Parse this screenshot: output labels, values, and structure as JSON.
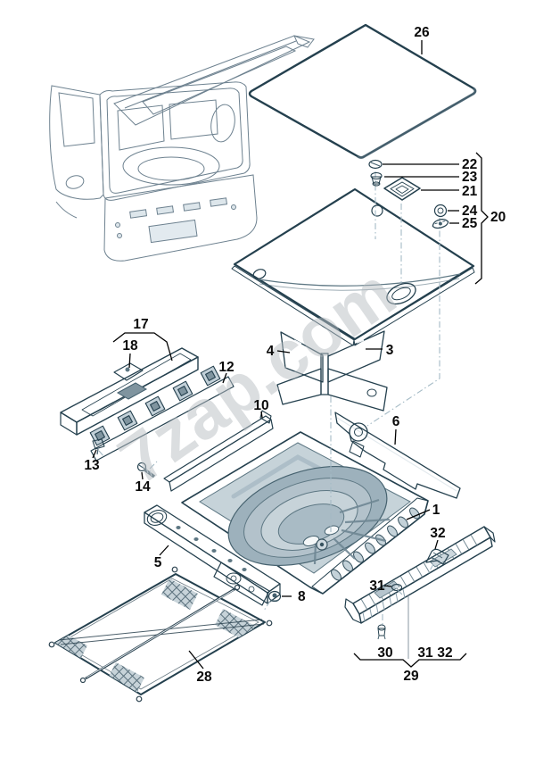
{
  "diagram": {
    "watermark": "7zap.com",
    "colors": {
      "outline": "#24404e",
      "part_light": "#d6dfe4",
      "part_mid": "#b7c6cf",
      "part_dark": "#8ba0ac",
      "guide_line": "#a4bac5",
      "watermark_color": "#b8bec3",
      "label_color": "#0a0a0a",
      "background": "#ffffff"
    },
    "callouts": {
      "n1": "1",
      "n3": "3",
      "n4": "4",
      "n5": "5",
      "n6": "6",
      "n8": "8",
      "n10": "10",
      "n12": "12",
      "n13": "13",
      "n14": "14",
      "n17": "17",
      "n18": "18",
      "n20": "20",
      "n21": "21",
      "n22": "22",
      "n23": "23",
      "n24": "24",
      "n25": "25",
      "n26": "26",
      "n28": "28",
      "n29": "29",
      "n30": "30",
      "n31a": "31",
      "n31b": "31",
      "n32a": "32",
      "n32b": "32"
    }
  }
}
